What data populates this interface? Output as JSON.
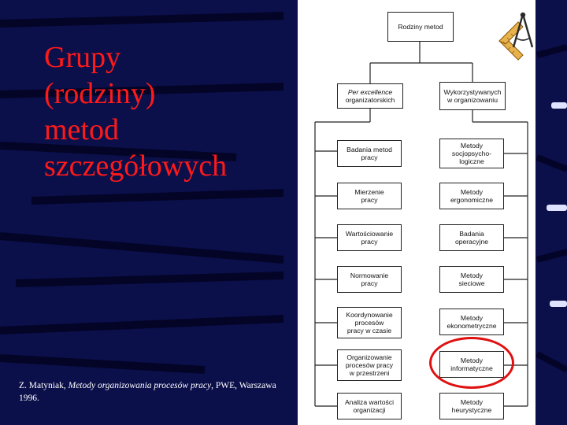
{
  "slide": {
    "title": "Grupy\n(rodziny)\nmetod\nszczegółowych",
    "citation": {
      "author": "Z. Matyniak, ",
      "book": "Metody organizowania procesów pracy",
      "publisher": ", PWE, Warszawa 1996."
    }
  },
  "diagram": {
    "root": "Rodziny metod",
    "left_header_line1": "Per excellence",
    "left_header_line2": "organizatorskich",
    "right_header": "Wykorzystywanych\nw organizowaniu",
    "left_items": [
      "Badania metod\npracy",
      "Mierzenie\npracy",
      "Wartościowanie\npracy",
      "Normowanie\npracy",
      "Koordynowanie\nprocesów\npracy w czasie",
      "Organizowanie\nprocesów pracy\nw przestrzeni",
      "Analiza wartości\norganizacji"
    ],
    "right_items": [
      "Metody\nsocjopsycho-\nlogiczne",
      "Metody\nergonomiczne",
      "Badania\noperacyjne",
      "Metody\nsieciowe",
      "Metody\nekonometryczne",
      "Metody\ninformatyczne",
      "Metody\nheurystyczne"
    ],
    "highlighted_item": "Metody\ninformatyczne"
  },
  "colors": {
    "background": "#0b0f4a",
    "title": "#ff1a1a",
    "highlight_circle": "#e01010",
    "panel": "#ffffff"
  }
}
